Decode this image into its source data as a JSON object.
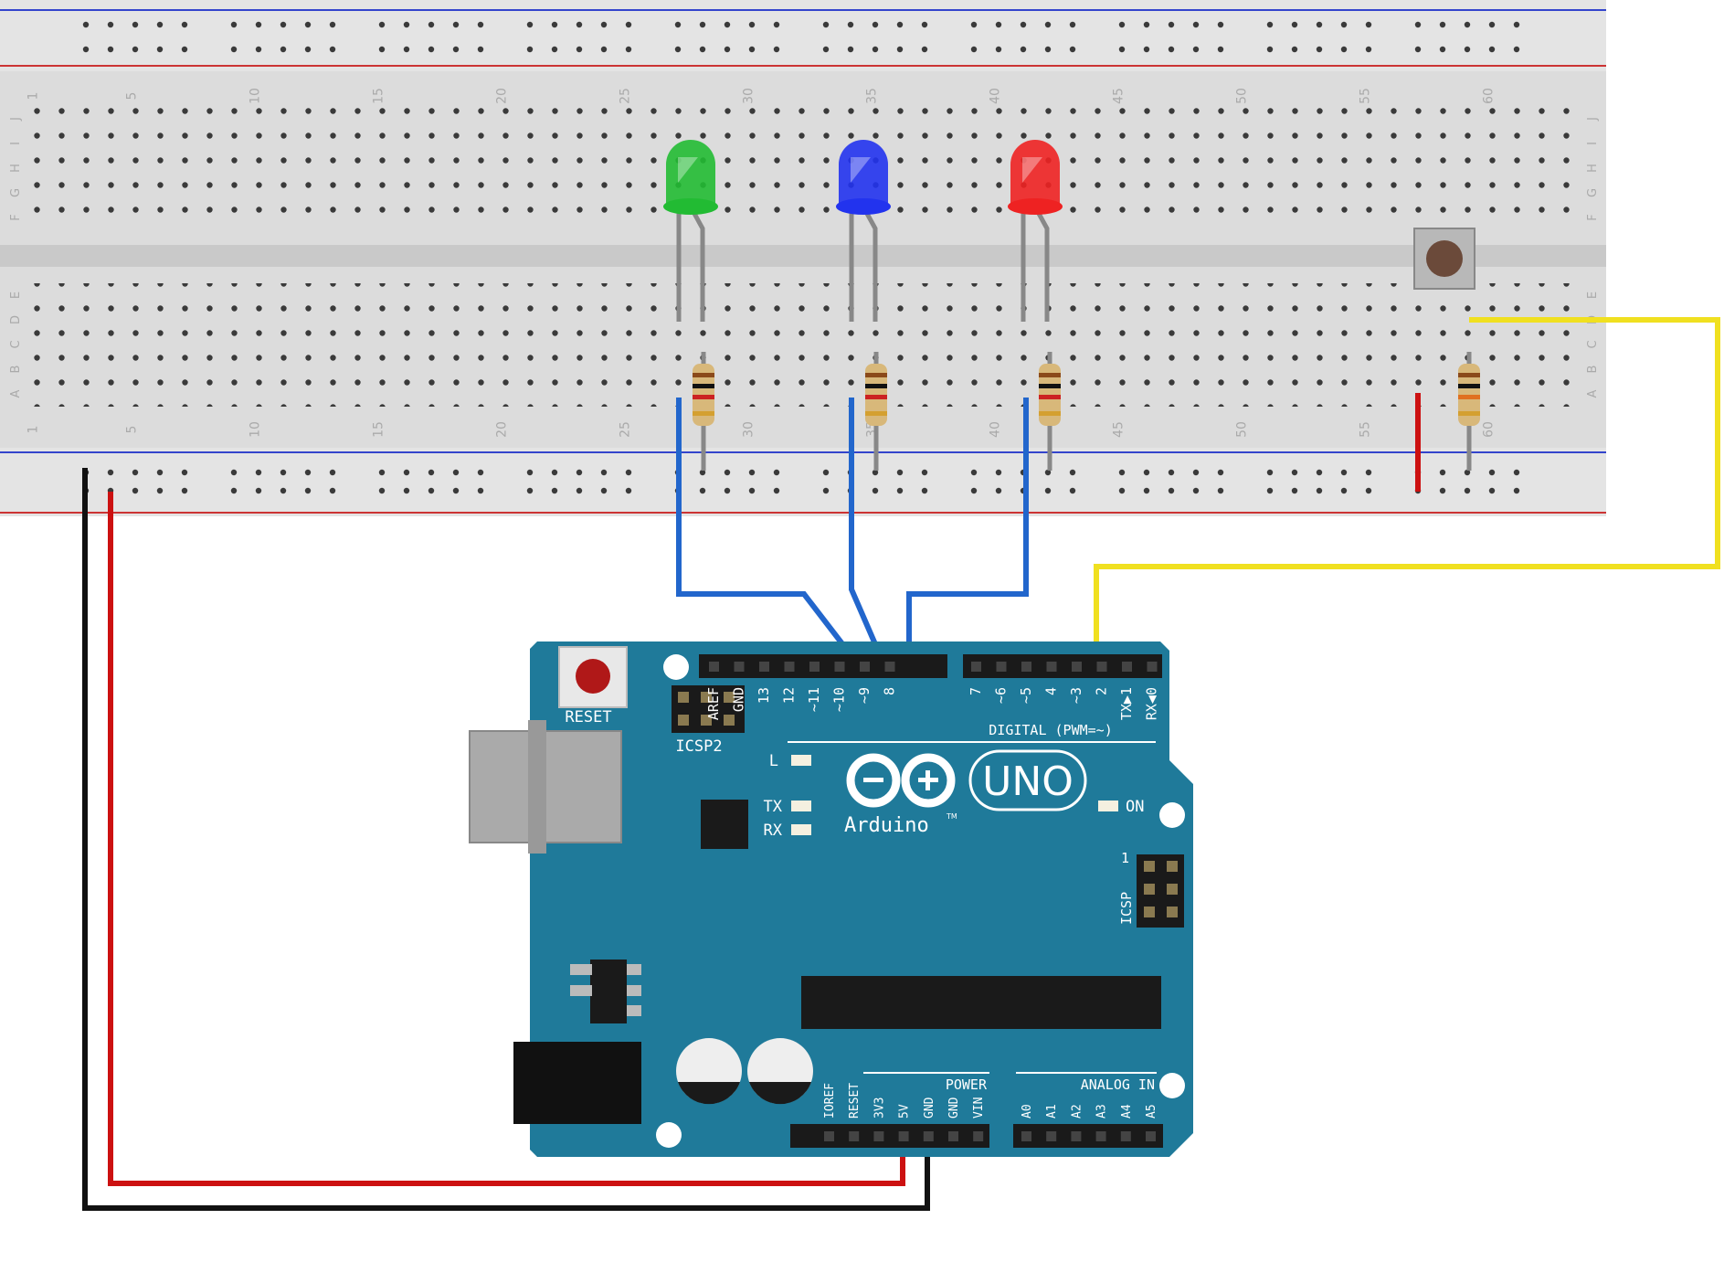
{
  "breadboard": {
    "column_numbers": [
      "1",
      "5",
      "10",
      "15",
      "20",
      "25",
      "30",
      "35",
      "40",
      "45",
      "50",
      "55",
      "60"
    ],
    "row_letters_top": [
      "J",
      "I",
      "H",
      "G",
      "F"
    ],
    "row_letters_bottom": [
      "E",
      "D",
      "C",
      "B",
      "A"
    ]
  },
  "leds": [
    {
      "color_name": "green",
      "color": "#22bb33"
    },
    {
      "color_name": "blue",
      "color": "#2233ee"
    },
    {
      "color_name": "red",
      "color": "#ee2222"
    }
  ],
  "arduino": {
    "reset_label": "RESET",
    "icsp2_label": "ICSP2",
    "icsp_label": "ICSP",
    "icsp_pin1": "1",
    "digital_label": "DIGITAL (PWM=~)",
    "digital_pins": [
      "AREF",
      "GND",
      "13",
      "12",
      "~11",
      "~10",
      "~9",
      "8",
      "7",
      "~6",
      "~5",
      "4",
      "~3",
      "2",
      "TX▶1",
      "RX◀0"
    ],
    "led_l": "L",
    "led_tx": "TX",
    "led_rx": "RX",
    "on_label": "ON",
    "brand": "Arduino",
    "tm": "TM",
    "model": "UNO",
    "power_label": "POWER",
    "power_pins": [
      "IOREF",
      "RESET",
      "3V3",
      "5V",
      "GND",
      "GND",
      "VIN"
    ],
    "analog_label": "ANALOG IN",
    "analog_pins": [
      "A0",
      "A1",
      "A2",
      "A3",
      "A4",
      "A5"
    ]
  },
  "colors": {
    "board": "#1f7a9a",
    "wire_blue": "#2266cc",
    "wire_yellow": "#f0e020",
    "wire_red": "#cc1111",
    "wire_black": "#111111",
    "breadboard": "#dcdcdc"
  }
}
